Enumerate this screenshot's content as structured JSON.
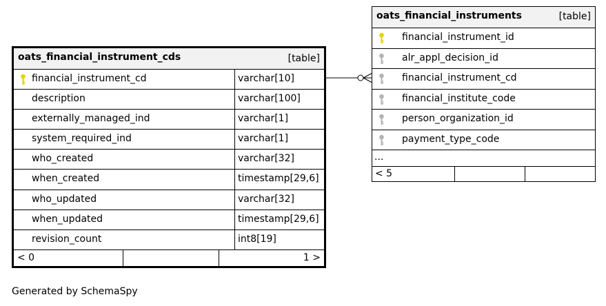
{
  "main_table": {
    "name": "oats_financial_instrument_cds",
    "kind": "[table]",
    "columns": [
      {
        "name": "financial_instrument_cd",
        "type": "varchar[10]",
        "key": "primary"
      },
      {
        "name": "description",
        "type": "varchar[100]",
        "key": ""
      },
      {
        "name": "externally_managed_ind",
        "type": "varchar[1]",
        "key": ""
      },
      {
        "name": "system_required_ind",
        "type": "varchar[1]",
        "key": ""
      },
      {
        "name": "who_created",
        "type": "varchar[32]",
        "key": ""
      },
      {
        "name": "when_created",
        "type": "timestamp[29,6]",
        "key": ""
      },
      {
        "name": "who_updated",
        "type": "varchar[32]",
        "key": ""
      },
      {
        "name": "when_updated",
        "type": "timestamp[29,6]",
        "key": ""
      },
      {
        "name": "revision_count",
        "type": "int8[19]",
        "key": ""
      }
    ],
    "footer": {
      "left": "< 0",
      "right": "1 >"
    }
  },
  "child_table": {
    "name": "oats_financial_instruments",
    "kind": "[table]",
    "columns": [
      {
        "name": "financial_instrument_id",
        "key": "primary"
      },
      {
        "name": "alr_appl_decision_id",
        "key": "foreign"
      },
      {
        "name": "financial_instrument_cd",
        "key": "foreign"
      },
      {
        "name": "financial_institute_code",
        "key": "foreign"
      },
      {
        "name": "person_organization_id",
        "key": "foreign"
      },
      {
        "name": "payment_type_code",
        "key": "foreign"
      }
    ],
    "ellipsis": "...",
    "footer": {
      "left": "< 5"
    }
  },
  "generator": "Generated by SchemaSpy",
  "colors": {
    "primary_key": "#e6d200",
    "foreign_key": "#b3b3b3",
    "header_bg": "#f2f2f2"
  }
}
